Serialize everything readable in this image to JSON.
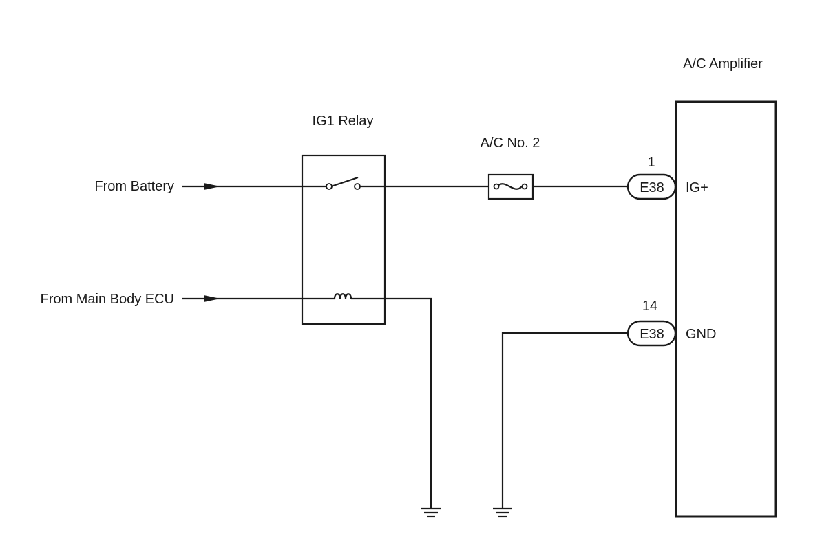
{
  "labels": {
    "amplifier": "A/C Amplifier",
    "relay": "IG1 Relay",
    "fuse": "A/C No. 2",
    "from_battery": "From Battery",
    "from_ecu": "From Main Body ECU"
  },
  "connectors": [
    {
      "code": "E38",
      "pin": "1",
      "terminal": "IG+"
    },
    {
      "code": "E38",
      "pin": "14",
      "terminal": "GND"
    }
  ],
  "colors": {
    "line": "#1a1a1a",
    "background": "#ffffff"
  }
}
